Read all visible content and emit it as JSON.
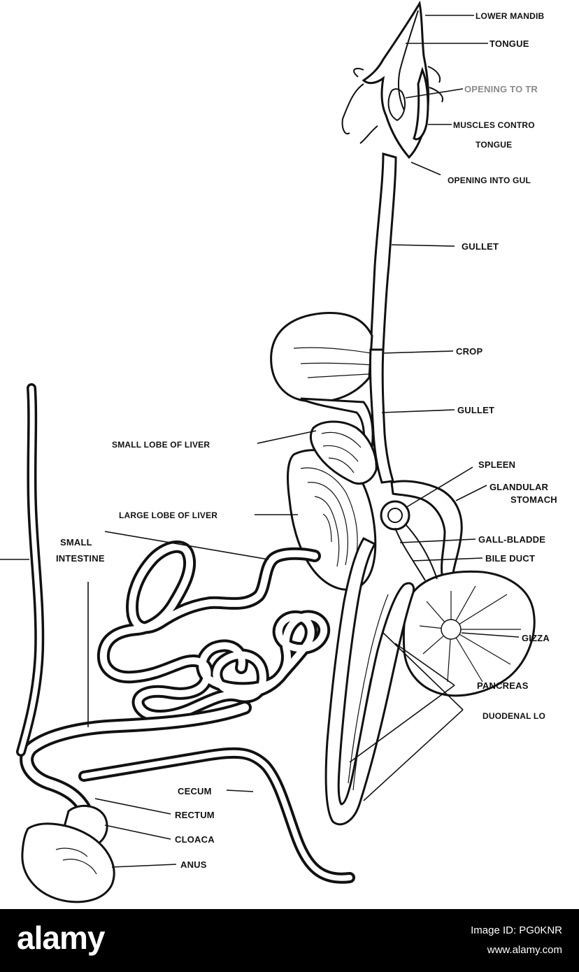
{
  "labels": {
    "lower_mandible": "LOWER MANDIB",
    "tongue": "TONGUE",
    "opening_to_trachea": "OPENING TO TR",
    "muscles_line1": "MUSCLES CONTRO",
    "muscles_line2": "TONGUE",
    "opening_gullet": "OPENING INTO GUL",
    "gullet_upper": "GULLET",
    "crop": "CROP",
    "gullet_lower": "GULLET",
    "small_lobe_liver": "SMALL LOBE OF LIVER",
    "spleen": "SPLEEN",
    "glandular_line1": "GLANDULAR",
    "glandular_line2": "STOMACH",
    "large_lobe_liver": "LARGE LOBE OF LIVER",
    "small_intestine_line1": "SMALL",
    "small_intestine_line2": "INTESTINE",
    "gall_bladder": "GALL-BLADDE",
    "bile_duct": "BILE DUCT",
    "gizzard": "GIZZA",
    "pancreas": "PANCREAS",
    "duodenal_loop": "DUODENAL LO",
    "cecum": "CECUM",
    "rectum": "RECTUM",
    "cloaca": "CLOACA",
    "anus": "ANUS"
  },
  "footer": {
    "brand": "alamy",
    "image_id": "Image ID: PG0KNR",
    "website": "www.alamy.com"
  }
}
